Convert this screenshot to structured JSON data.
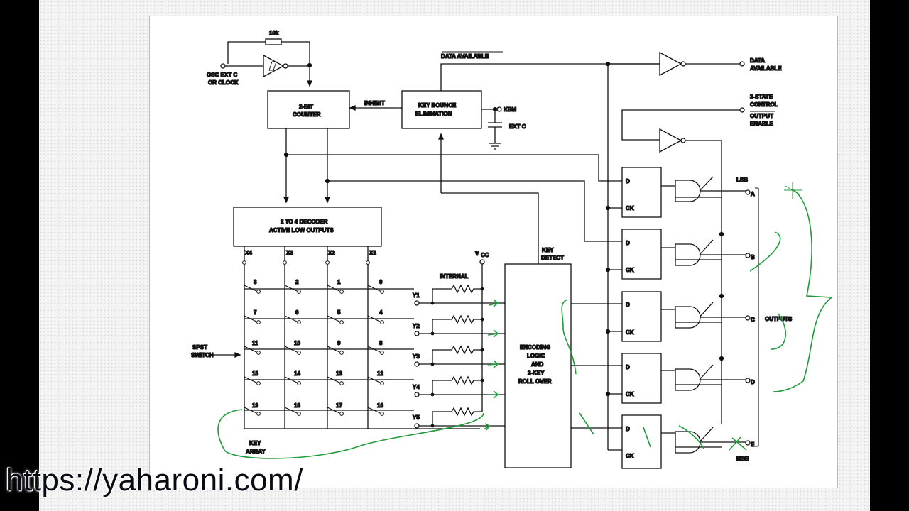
{
  "labels": {
    "feedback_resistor": "10k",
    "osc_line1": "OSC EXT C",
    "osc_line2": "OR CLOCK",
    "counter_line1": "2-BIT",
    "counter_line2": "COUNTER",
    "inhibit": "INHIBIT",
    "keybounce_line1": "KEY BOUNCE",
    "keybounce_line2": "ELIMINATION",
    "kbm": "KBM",
    "ext_c": "EXT C",
    "data_available_bar": "DATA AVAILABLE",
    "data_avail_out_line1": "DATA",
    "data_avail_out_line2": "AVAILABLE",
    "three_state_line1": "3-STATE",
    "three_state_line2": "CONTROL",
    "output_enable_line1": "OUTPUT",
    "output_enable_line2": "ENABLE",
    "decoder_line1": "2 TO 4 DECODER",
    "decoder_line2": "ACTIVE LOW OUTPUTS",
    "x_labels": [
      "X4",
      "X3",
      "X2",
      "X1"
    ],
    "vcc": "V",
    "vcc_sub": "CC",
    "internal": "INTERNAL",
    "key_detect_line1": "KEY",
    "key_detect_line2": "DETECT",
    "encoding_line1": "ENCODING",
    "encoding_line2": "LOGIC",
    "encoding_line3": "AND",
    "encoding_line4": "2-KEY",
    "encoding_line5": "ROLL OVER",
    "y_labels": [
      "Y1",
      "Y2",
      "Y3",
      "Y4",
      "Y5"
    ],
    "key_numbers": [
      [
        "3",
        "2",
        "1",
        "0"
      ],
      [
        "7",
        "6",
        "5",
        "4"
      ],
      [
        "11",
        "10",
        "9",
        "8"
      ],
      [
        "15",
        "14",
        "13",
        "12"
      ],
      [
        "19",
        "18",
        "17",
        "16"
      ]
    ],
    "spst_line1": "SPST",
    "spst_line2": "SWITCH",
    "key_array_line1": "KEY",
    "key_array_line2": "ARRAY",
    "ff_d": "D",
    "ff_ck": "CK",
    "lsb": "LSB",
    "msb": "MSB",
    "outputs": "OUTPUTS",
    "output_letters": [
      "A",
      "B",
      "C",
      "D",
      "E"
    ]
  },
  "watermark": "https://yaharoni.com/",
  "colors": {
    "ink": "#111111",
    "annotation": "#1f9a3a",
    "background": "#ffffff"
  }
}
